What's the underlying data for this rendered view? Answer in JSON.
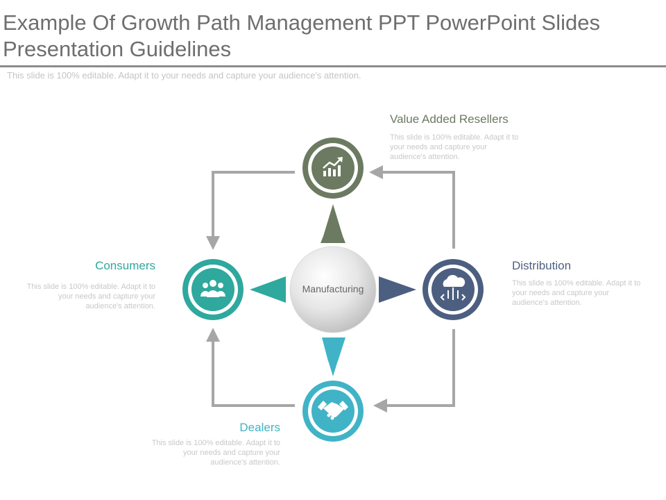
{
  "slide": {
    "title": "Example Of Growth Path Management PPT PowerPoint Slides Presentation Guidelines",
    "subtitle": "This slide is 100% editable. Adapt it to your needs and capture your audience's attention."
  },
  "center": {
    "label": "Manufacturing"
  },
  "nodes": {
    "top": {
      "label": "Value Added Resellers",
      "description": "This slide is 100% editable. Adapt it to your needs and capture your audience's attention.",
      "icon": "growth-chart-icon",
      "color": "#6b7a60"
    },
    "right": {
      "label": "Distribution",
      "description": "This slide is 100% editable. Adapt it to your needs and capture your audience's attention.",
      "icon": "cloud-network-icon",
      "color": "#4d5f80"
    },
    "bottom": {
      "label": "Dealers",
      "description": "This slide is 100% editable. Adapt it to your needs and capture your audience's attention.",
      "icon": "handshake-icon",
      "color": "#41b3c6"
    },
    "left": {
      "label": "Consumers",
      "description": "This slide is 100% editable. Adapt it to your needs and capture your audience's attention.",
      "icon": "people-group-icon",
      "color": "#2fa89e"
    }
  },
  "colors": {
    "connector": "#a6a6a6",
    "title_text": "#6e6e6e",
    "description_text": "#c8c8c8"
  }
}
